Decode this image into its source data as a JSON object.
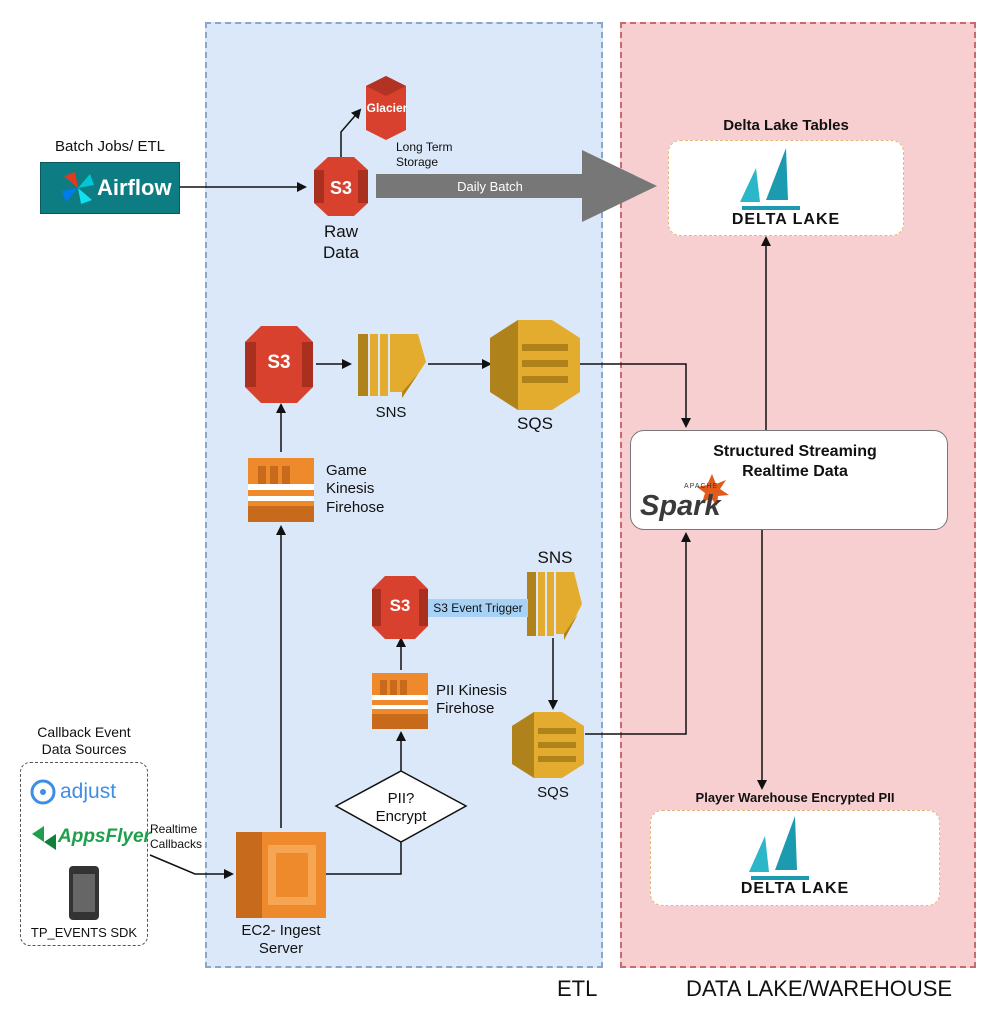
{
  "zones": {
    "etl": "ETL",
    "lake": "DATA LAKE/WAREHOUSE"
  },
  "batch": {
    "title": "Batch Jobs/ ETL",
    "airflow": "Airflow",
    "s3": "S3",
    "raw_data": "Raw\nData",
    "glacier": "Glacier",
    "long_term": "Long Term\nStorage",
    "daily_batch": "Daily Batch"
  },
  "delta": {
    "tables_title": "Delta Lake Tables",
    "logo_word": "DELTA LAKE",
    "player_title": "Player Warehouse Encrypted PII",
    "player_logo_word": "DELTA LAKE"
  },
  "stream": {
    "s3": "S3",
    "sns": "SNS",
    "sqs": "SQS",
    "game_firehose": "Game\nKinesis\nFirehose"
  },
  "spark": {
    "title": "Structured Streaming\nRealtime Data",
    "word": "Spark",
    "apache": "APACHE"
  },
  "pii": {
    "s3": "S3",
    "trigger": "S3 Event Trigger",
    "sns": "SNS",
    "firehose": "PII Kinesis\nFirehose",
    "sqs": "SQS",
    "decision": "PII?\nEncrypt"
  },
  "sources": {
    "title": "Callback Event\nData Sources",
    "adjust": "adjust",
    "appsflyer": "AppsFlyer",
    "sdk": "TP_EVENTS SDK",
    "callbacks": "Realtime\nCallbacks"
  },
  "ingest": {
    "label": "EC2- Ingest\nServer"
  },
  "colors": {
    "etl_zone": "#dbe8f9",
    "lake_zone": "#f7cfd0",
    "s3_red": "#d9412f",
    "aws_orange": "#ef8a2c",
    "aws_gold": "#e3ac2e",
    "airflow_teal": "#0d7d83",
    "delta_teal": "#1c9bb0",
    "spark_orange": "#e25a1c"
  }
}
